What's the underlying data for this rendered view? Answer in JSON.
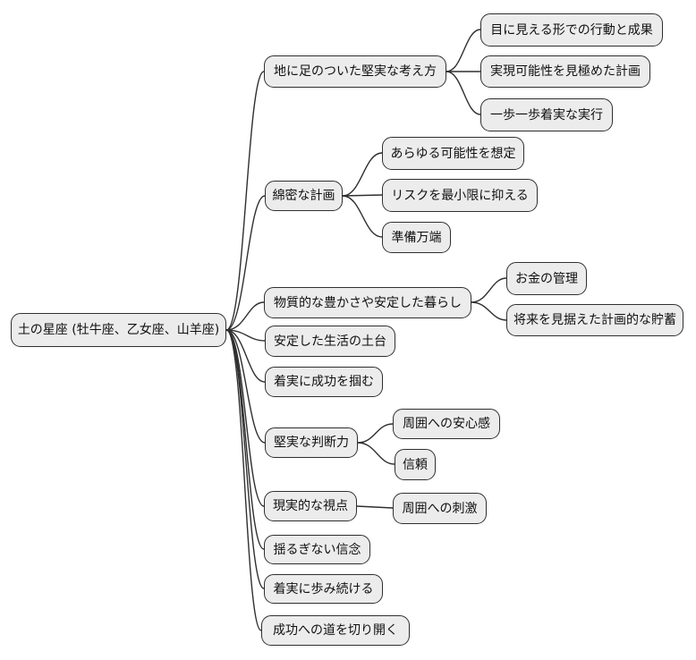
{
  "mindmap": {
    "root": {
      "label": "土の星座 (牡牛座、乙女座、山羊座)"
    },
    "branches": [
      {
        "label": "地に足のついた堅実な考え方",
        "children": [
          {
            "label": "目に見える形での行動と成果"
          },
          {
            "label": "実現可能性を見極めた計画"
          },
          {
            "label": "一歩一歩着実な実行"
          }
        ]
      },
      {
        "label": "綿密な計画",
        "children": [
          {
            "label": "あらゆる可能性を想定"
          },
          {
            "label": "リスクを最小限に抑える"
          },
          {
            "label": "準備万端"
          }
        ]
      },
      {
        "label": "物質的な豊かさや安定した暮らし",
        "children": [
          {
            "label": "お金の管理"
          },
          {
            "label": "将来を見据えた計画的な貯蓄"
          }
        ]
      },
      {
        "label": "安定した生活の土台",
        "children": []
      },
      {
        "label": "着実に成功を掴む",
        "children": []
      },
      {
        "label": "堅実な判断力",
        "children": [
          {
            "label": "周囲への安心感"
          },
          {
            "label": "信頼"
          }
        ]
      },
      {
        "label": "現実的な視点",
        "children": [
          {
            "label": "周囲への刺激"
          }
        ]
      },
      {
        "label": "揺るぎない信念",
        "children": []
      },
      {
        "label": "着実に歩み続ける",
        "children": []
      },
      {
        "label": "成功への道を切り開く",
        "children": []
      }
    ],
    "colors": {
      "node_fill": "#ececec",
      "node_border": "#2f2f2f",
      "edge": "#2f2f2f",
      "text": "#101010",
      "background": "#ffffff"
    }
  }
}
